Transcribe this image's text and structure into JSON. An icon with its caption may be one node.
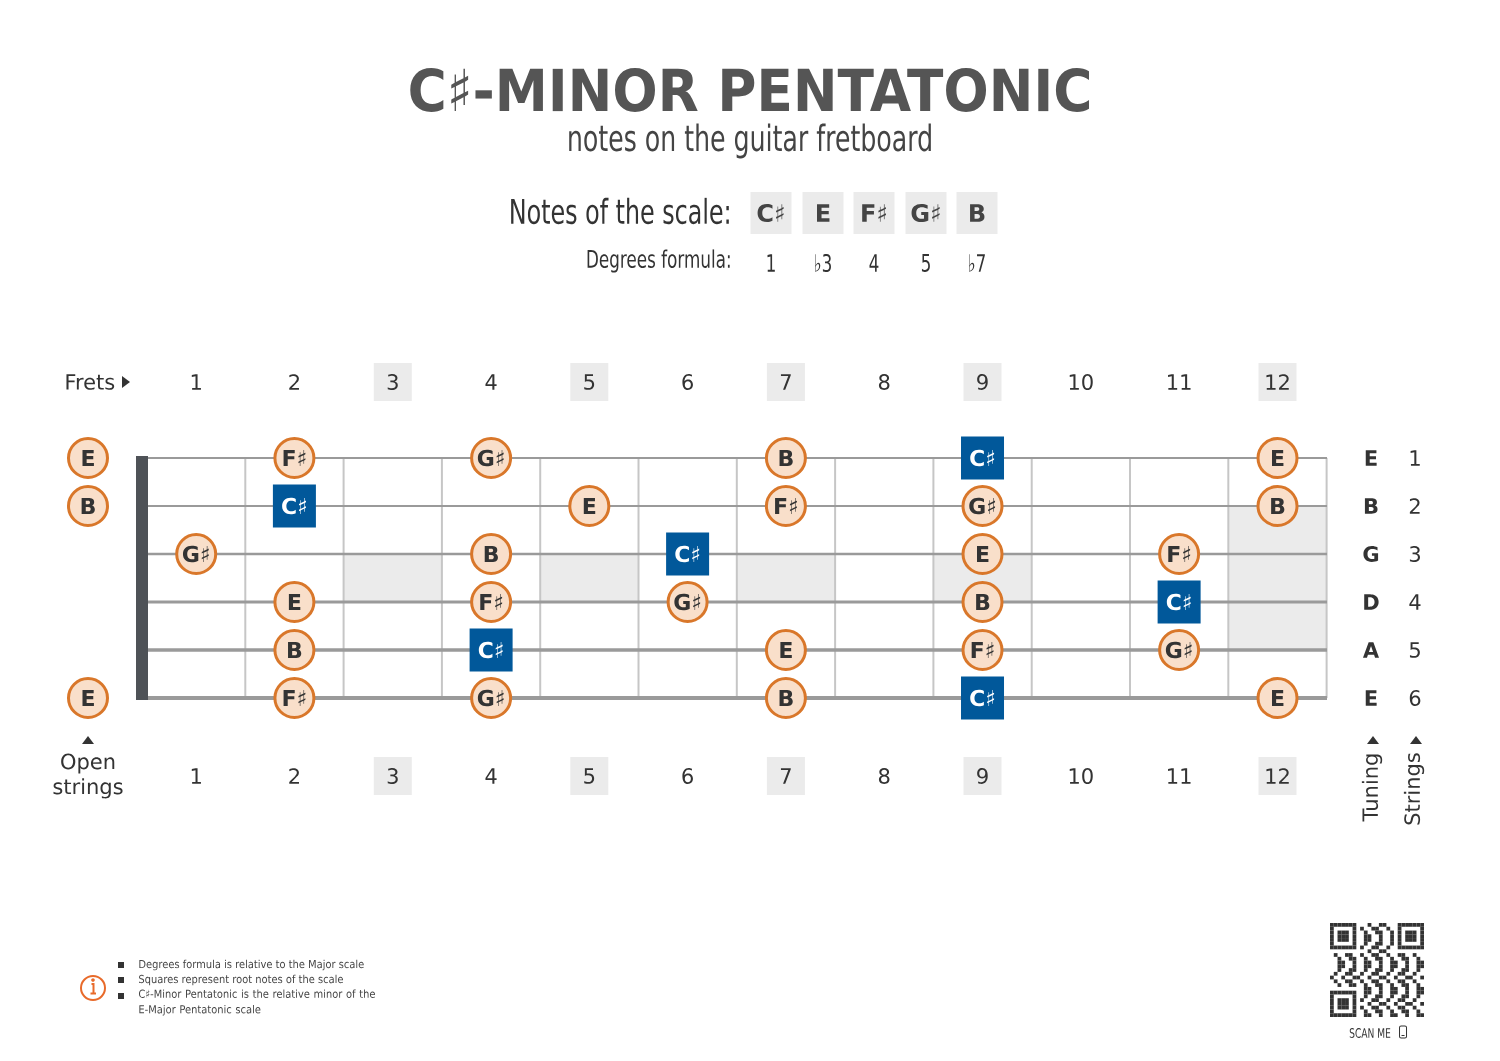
{
  "diagram": {
    "title": "C♯-MINOR PENTATONIC",
    "nodes": [
      {
        "text": [
          "C♯"
        ]
      },
      {
        "text": [
          "E"
        ]
      },
      {
        "text": [
          "F♯"
        ]
      },
      {
        "text": [
          "G♯"
        ]
      },
      {
        "text": [
          "B"
        ]
      },
      {
        "text": [
          "3"
        ]
      },
      {
        "text": [
          "5"
        ]
      },
      {
        "text": [
          "7"
        ]
      },
      {
        "text": [
          "9"
        ]
      },
      {
        "text": [
          "12"
        ]
      },
      {
        "text": [
          "E"
        ]
      },
      {
        "text": [
          "F♯"
        ]
      },
      {
        "text": [
          "G♯"
        ]
      },
      {
        "text": [
          "B"
        ]
      },
      {
        "text": [
          "C♯"
        ]
      },
      {
        "text": [
          "E"
        ]
      },
      {
        "text": [
          "B"
        ]
      },
      {
        "text": [
          "C♯"
        ]
      },
      {
        "text": [
          "E"
        ]
      },
      {
        "text": [
          "F♯"
        ]
      },
      {
        "text": [
          "G♯"
        ]
      },
      {
        "text": [
          "B"
        ]
      },
      {
        "text": [
          "G♯"
        ]
      },
      {
        "text": [
          "B"
        ]
      },
      {
        "text": [
          "C♯"
        ]
      },
      {
        "text": [
          "E"
        ]
      },
      {
        "text": [
          "F♯"
        ]
      },
      {
        "text": [
          "E"
        ]
      },
      {
        "text": [
          "F♯"
        ]
      },
      {
        "text": [
          "G♯"
        ]
      },
      {
        "text": [
          "B"
        ]
      },
      {
        "text": [
          "C♯"
        ]
      },
      {
        "text": [
          "B"
        ]
      },
      {
        "text": [
          "C♯"
        ]
      },
      {
        "text": [
          "E"
        ]
      },
      {
        "text": [
          "F♯"
        ]
      },
      {
        "text": [
          "G♯"
        ]
      },
      {
        "text": [
          "E"
        ]
      },
      {
        "text": [
          "F♯"
        ]
      },
      {
        "text": [
          "G♯"
        ]
      },
      {
        "text": [
          "B"
        ]
      },
      {
        "text": [
          "C♯"
        ]
      },
      {
        "text": [
          "E"
        ]
      },
      {
        "text": [
          "3"
        ]
      },
      {
        "text": [
          "5"
        ]
      },
      {
        "text": [
          "7"
        ]
      },
      {
        "text": [
          "9"
        ]
      },
      {
        "text": [
          "12"
        ]
      }
    ],
    "labels": [
      "notes on the guitar fretboard",
      "Notes of the scale:",
      "Degrees formula:",
      "1",
      "♭3",
      "4",
      "5",
      "♭7",
      "Frets",
      "1",
      "2",
      "4",
      "6",
      "8",
      "10",
      "11",
      "E",
      "1",
      "B",
      "2",
      "G",
      "3",
      "D",
      "4",
      "A",
      "5",
      "E",
      "6",
      "Open strings",
      "1",
      "2",
      "4",
      "6",
      "8",
      "10",
      "11",
      "Tuning",
      "Strings",
      "Degrees formula is relative to the Major scale",
      "Squares represent root notes of the scale",
      "C♯-Minor Pentatonic is the relative minor of the E-Major Pentatonic scale",
      "SCAN ME"
    ]
  }
}
